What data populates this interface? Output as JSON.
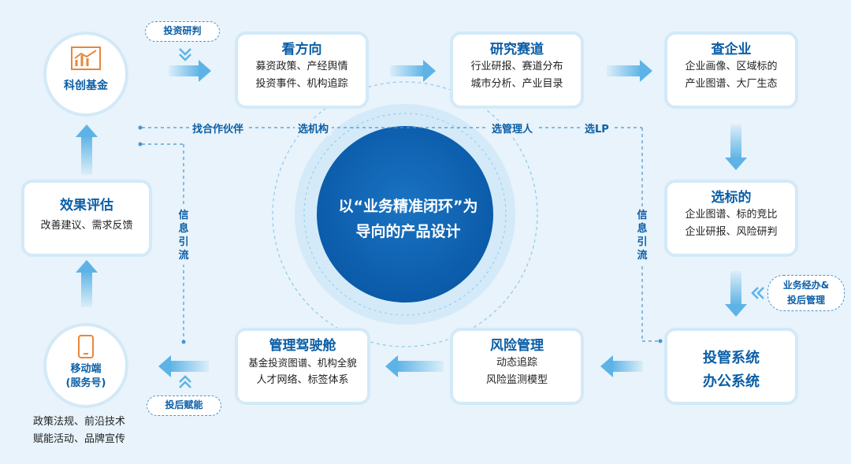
{
  "center": {
    "line1": "以“业务精准闭环”为",
    "line2": "导向的产品设计"
  },
  "nodes": {
    "kechuang": {
      "label": "科创基金",
      "icon": "chart-icon"
    },
    "direction": {
      "title": "看方向",
      "line1": "募资政策、产经舆情",
      "line2": "投资事件、机构追踪"
    },
    "track": {
      "title": "研究赛道",
      "line1": "行业研报、赛道分布",
      "line2": "城市分析、产业目录"
    },
    "company": {
      "title": "查企业",
      "line1": "企业画像、区域标的",
      "line2": "产业图谱、大厂生态"
    },
    "target": {
      "title": "选标的",
      "line1": "企业图谱、标的竞比",
      "line2": "企业研报、风险研判"
    },
    "system": {
      "line1": "投管系统",
      "line2": "办公系统"
    },
    "risk": {
      "title": "风险管理",
      "line1": "动态追踪",
      "line2": "风险监测模型"
    },
    "cockpit": {
      "title": "管理驾驶舱",
      "line1": "基金投资图谱、机构全貌",
      "line2": "人才网络、标签体系"
    },
    "mobile": {
      "line1": "移动端",
      "line2": "(服务号)",
      "icon": "phone-icon"
    },
    "eval": {
      "title": "效果评估",
      "line1": "改善建议、需求反馈"
    }
  },
  "pills": {
    "research": "投资研判",
    "post_invest": "投后赋能",
    "ops_line1": "业务经办&",
    "ops_line2": "投后管理"
  },
  "dashed_labels": {
    "partner": "找合作伙伴",
    "institution": "选机构",
    "manager": "选管理人",
    "lp": "选LP",
    "flow_left": [
      "信",
      "息",
      "引",
      "流"
    ],
    "flow_right": [
      "信",
      "息",
      "引",
      "流"
    ]
  },
  "mobile_notes": {
    "line1": "政策法规、前沿技术",
    "line2": "赋能活动、品牌宣传"
  },
  "colors": {
    "primary": "#0b5ea6",
    "arrow": "#8ec9ec",
    "card_border": "#d3e9f7",
    "background": "#e8f3fb"
  }
}
